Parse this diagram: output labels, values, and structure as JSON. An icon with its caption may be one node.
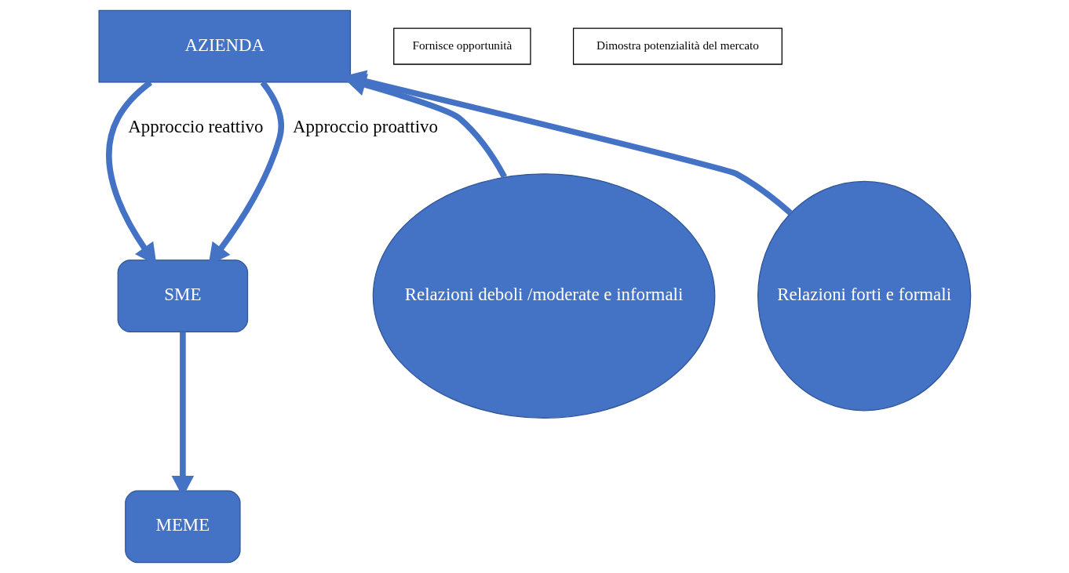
{
  "diagram": {
    "nodes": [
      {
        "text": [
          "AZIENDA"
        ]
      },
      {
        "text": [
          "Fornisce opportunità"
        ]
      },
      {
        "text": [
          "Dimostra potenzialità del mercato"
        ]
      },
      {
        "text": [
          "Relazioni deboli /moderate e informali"
        ]
      },
      {
        "text": [
          "SME"
        ]
      },
      {
        "text": [
          "Relazioni forti e formali"
        ]
      },
      {
        "text": [
          "MEME"
        ]
      }
    ],
    "edges": [
      {
        "from": 3,
        "to": 0,
        "arrow": "to"
      },
      {
        "from": 5,
        "to": 0,
        "arrow": "to"
      },
      {
        "from": 0,
        "to": 4,
        "label": "Approccio reattivo",
        "arrow": "to"
      },
      {
        "from": 0,
        "to": 4,
        "label": "Approccio proattivo",
        "arrow": "to"
      },
      {
        "from": 4,
        "to": 6,
        "arrow": "to"
      }
    ]
  }
}
